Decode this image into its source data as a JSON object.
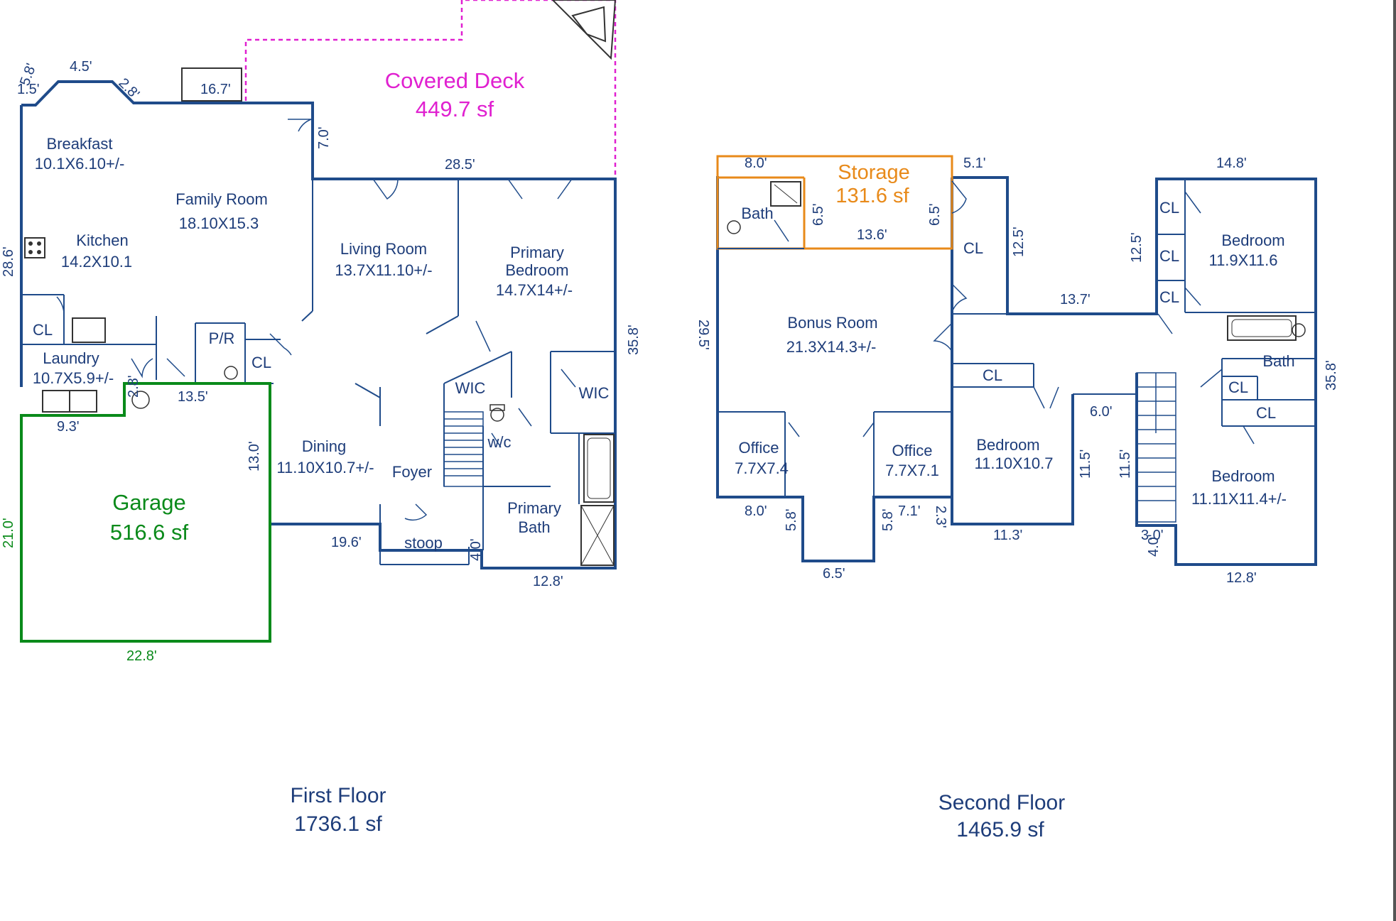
{
  "first_floor": {
    "title": "First Floor",
    "area": "1736.1 sf",
    "covered_deck": {
      "label": "Covered Deck",
      "area": "449.7 sf",
      "color": "#e020d0"
    },
    "garage": {
      "label": "Garage",
      "area": "516.6 sf",
      "color": "#0a8a1a"
    },
    "rooms": {
      "breakfast": {
        "name": "Breakfast",
        "size": "10.1X6.10+/-"
      },
      "family_room": {
        "name": "Family Room",
        "size": "18.10X15.3"
      },
      "kitchen": {
        "name": "Kitchen",
        "size": "14.2X10.1"
      },
      "living_room": {
        "name": "Living Room",
        "size": "13.7X11.10+/-"
      },
      "primary_bedroom": {
        "name1": "Primary",
        "name2": "Bedroom",
        "size": "14.7X14+/-"
      },
      "cl1": "CL",
      "laundry": {
        "name": "Laundry",
        "size": "10.7X5.9+/-"
      },
      "pr": "P/R",
      "cl2": "CL",
      "wic1": "WIC",
      "wic2": "WIC",
      "wc": "w/c",
      "dining": {
        "name": "Dining",
        "size": "11.10X10.7+/-"
      },
      "foyer": "Foyer",
      "primary_bath": {
        "name1": "Primary",
        "name2": "Bath"
      },
      "stoop": "stoop"
    },
    "dims": {
      "d1": "1.5'",
      "d2": "5.8'",
      "d3": "4.5'",
      "d4": "2.8'",
      "d5": "16.7'",
      "d6": "7.0'",
      "d7": "28.5'",
      "d8": "28.6'",
      "d9": "35.8'",
      "d10": "13.5'",
      "d11": "9.3'",
      "d12": "2.8'",
      "d13": "13.0'",
      "d14": "21.0'",
      "d15": "19.6'",
      "d16": "4.0'",
      "d17": "12.8'",
      "d18": "22.8'"
    }
  },
  "second_floor": {
    "title": "Second Floor",
    "area": "1465.9 sf",
    "storage": {
      "label": "Storage",
      "area": "131.6 sf",
      "color": "#e88a1a"
    },
    "rooms": {
      "bath1": "Bath",
      "cl1": "CL",
      "bonus_room": {
        "name": "Bonus Room",
        "size": "21.3X14.3+/-"
      },
      "cl_a": "CL",
      "cl_b": "CL",
      "cl_c": "CL",
      "bedroom1": {
        "name": "Bedroom",
        "size": "11.9X11.6"
      },
      "bath2": "Bath",
      "cl_d": "CL",
      "cl_e": "CL",
      "cl_f": "CL",
      "office1": {
        "name": "Office",
        "size": "7.7X7.4"
      },
      "office2": {
        "name": "Office",
        "size": "7.7X7.1"
      },
      "bedroom2": {
        "name": "Bedroom",
        "size": "11.10X10.7"
      },
      "bedroom3": {
        "name": "Bedroom",
        "size": "11.11X11.4+/-"
      }
    },
    "dims": {
      "e1": "8.0'",
      "e2": "5.1'",
      "e3": "14.8'",
      "e4": "6.5'",
      "e5": "6.5'",
      "e6": "13.6'",
      "e7": "12.5'",
      "e8": "12.5'",
      "e9": "13.7'",
      "e10": "29.5'",
      "e11": "35.8'",
      "e12": "6.0'",
      "e13": "11.5'",
      "e14": "11.5'",
      "e15": "8.0'",
      "e16": "5.8'",
      "e17": "5.8'",
      "e18": "7.1'",
      "e19": "2.3'",
      "e20": "11.3'",
      "e21": "6.5'",
      "e22": "3.0'",
      "e23": "4.0'",
      "e24": "12.8'"
    }
  }
}
